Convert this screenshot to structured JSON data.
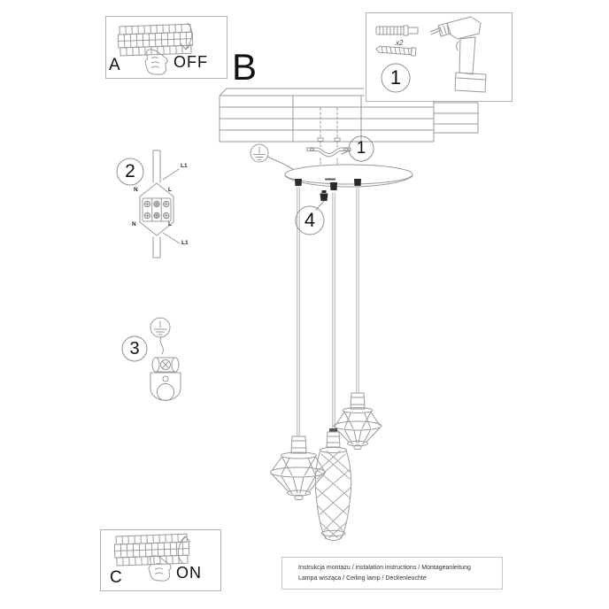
{
  "colors": {
    "line": "#9a9a9a",
    "dark": "#1f1f1f",
    "text": "#111111",
    "border": "#b3b3b3"
  },
  "panel_a": {
    "label": "A",
    "state": "OFF"
  },
  "panel_c": {
    "label": "C",
    "state": "ON"
  },
  "section_b": {
    "label": "B"
  },
  "parts_box": {
    "number": "1",
    "screw_quantity": "x2"
  },
  "callouts": {
    "bracket": "1",
    "wiring": "2",
    "ground": "3",
    "cable_grip": "4"
  },
  "wiring": {
    "feed_top": "L1",
    "neutral_in": "N",
    "live_in": "L",
    "neutral_out": "N",
    "live_out": "L",
    "feed_bottom": "L1"
  },
  "footer": {
    "line1": "Instrukcja montażu / instalation instructions / Montageanleitung",
    "line2": "Lampa wisząca / Ceiling lamp / Deckenleuchte"
  }
}
